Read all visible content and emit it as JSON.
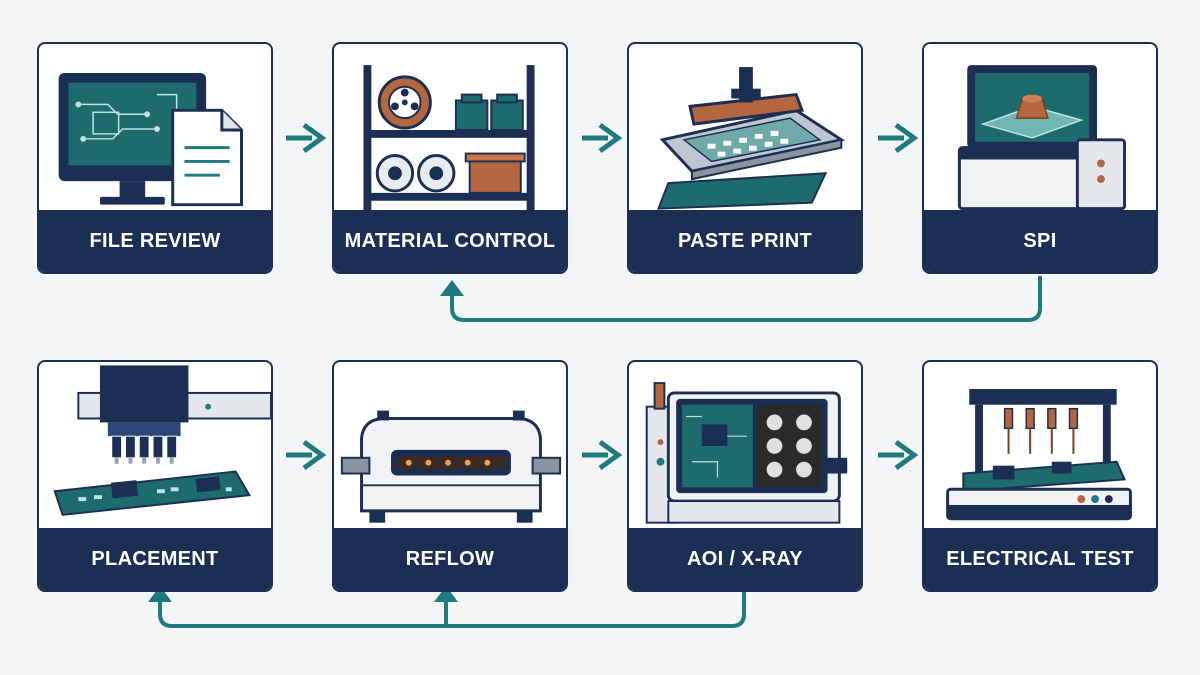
{
  "colors": {
    "navy": "#1b2e54",
    "teal": "#1f7a80",
    "board": "#1e6b6e",
    "copper": "#b5663f",
    "background": "#f4f5f7"
  },
  "steps": [
    {
      "label": "FILE REVIEW",
      "icon": "monitor-document-icon"
    },
    {
      "label": "MATERIAL CONTROL",
      "icon": "reel-shelf-icon"
    },
    {
      "label": "PASTE PRINT",
      "icon": "stencil-squeegee-icon"
    },
    {
      "label": "SPI",
      "icon": "inspection-machine-icon"
    },
    {
      "label": "PLACEMENT",
      "icon": "pick-and-place-icon"
    },
    {
      "label": "REFLOW",
      "icon": "reflow-oven-icon"
    },
    {
      "label": "AOI / X-RAY",
      "icon": "xray-inspector-icon"
    },
    {
      "label": "ELECTRICAL TEST",
      "icon": "test-fixture-icon"
    }
  ],
  "flows": [
    {
      "from": "FILE REVIEW",
      "to": "MATERIAL CONTROL"
    },
    {
      "from": "MATERIAL CONTROL",
      "to": "PASTE PRINT"
    },
    {
      "from": "PASTE PRINT",
      "to": "SPI"
    },
    {
      "from": "SPI",
      "to": "MATERIAL CONTROL",
      "kind": "feedback"
    },
    {
      "from": "PLACEMENT",
      "to": "REFLOW"
    },
    {
      "from": "REFLOW",
      "to": "AOI / X-RAY"
    },
    {
      "from": "AOI / X-RAY",
      "to": "ELECTRICAL TEST"
    },
    {
      "from": "AOI / X-RAY",
      "to": "PLACEMENT",
      "kind": "feedback"
    },
    {
      "from": "AOI / X-RAY",
      "to": "REFLOW",
      "kind": "feedback"
    }
  ]
}
